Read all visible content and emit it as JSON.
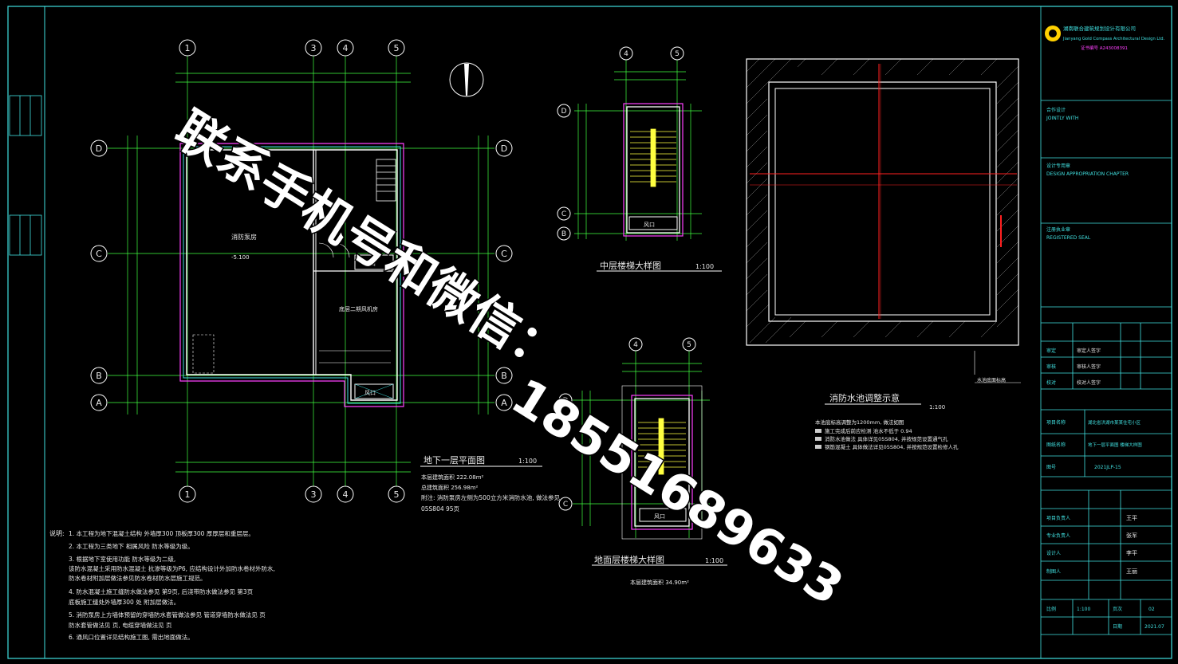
{
  "axes": {
    "top_plan": [
      "1",
      "3",
      "4",
      "5"
    ],
    "rows_plan": [
      "D",
      "C",
      "B",
      "A"
    ],
    "stair_mid_cols": [
      "4",
      "5"
    ],
    "stair_mid_rows": [
      "D",
      "C",
      "B"
    ],
    "stair_ground_cols": [
      "4",
      "5"
    ],
    "stair_ground_rows": [
      "D",
      "C"
    ]
  },
  "plan": {
    "title": "地下一层平面图",
    "scale": "1:100",
    "room_fire_pump": "消防泵房",
    "room_fire_pump_elev": "-5.100",
    "room_bottom": "底层二期风机房",
    "fan": "风口",
    "area_building": "本层建筑面积 222.08m²",
    "area_land": "总建筑面积 256.98m²",
    "note_tank": "附注: 消防泵房左侧为500立方米消防水池, 做法参见",
    "note_ref": "05S804 95页"
  },
  "stair_mid": {
    "title": "中层楼梯大样图",
    "scale": "1:100",
    "fan": "风口"
  },
  "stair_ground": {
    "title": "地面层楼梯大样图",
    "scale": "1:100",
    "area": "本层建筑面积 34.90m²",
    "fan": "风口"
  },
  "tank": {
    "title": "消防水池调整示意",
    "scale": "1:100",
    "notes": [
      "本池底标高调整为1200mm, 做法如图",
      "施工完成后前应检测 池水不低于 0.94",
      "消防水池做法 具体详见05S804, 并按规范设置通气孔",
      "钢筋混凝土 具体做法详见05S804, 并按规范设置检修人孔"
    ],
    "label": "水池底面标高"
  },
  "notes": {
    "heading": "说明:",
    "items": [
      "1. 本工程为地下混凝土结构 外墙厚300 顶板厚300 厚厚层和重层层。",
      "2. 本工程为三类地下 相属风险 防水等级为级。",
      "3. 根据地下室使用功能 防水等级为二级,",
      "   该防水混凝土采用防水混凝土 抗渗等级为P6, 应结构设计外加防水卷材外防水,",
      "   防水卷材附加层做法参见防水卷材防水层施工规范。",
      "4. 防水混凝土施工缝防水做法参见 第9页, 后浇带防水做法参见 第3页",
      "   底板施工缝处外墙厚300 处 附加层做法。",
      "5. 消防泵房上方墙体预留的穿墙防水套管做法参见 管道穿墙防水做法见 页",
      "   防水套管做法见 页, 电缆穿墙做法见 页",
      "6. 通风口位置详见结构施工图, 需出地面做法。"
    ]
  },
  "title_block": {
    "company": "湖南联合建筑规划设计有限公司",
    "company_en": "Jianyang Gold Compass Architectural Design Ltd.",
    "cert": "证书编号 A243008391",
    "jointly_label": "合作设计",
    "jointly_en": "JOINTLY WITH",
    "approval_label": "设计专用章",
    "approval_en": "DESIGN APPROPRIATION CHAPTER",
    "seal_label": "注册执业章",
    "seal_en": "REGISTERED SEAL",
    "rows": [
      [
        "审定",
        "审定人签字"
      ],
      [
        "审核",
        "审核人签字"
      ],
      [
        "校对",
        "校对人签字"
      ]
    ],
    "project_label": "项目名称",
    "project_name": "湖北省洪湖市某某住宅小区",
    "drawing_label": "图纸名称",
    "drawing_name": "地下一层平面图 楼梯大样图",
    "drawing_no_label": "图号",
    "drawing_no": "2021JLP-15",
    "scale_label": "比例",
    "scale": "1:100",
    "sheet_label": "页次",
    "sheet": "02",
    "date_label": "日期",
    "date": "2021.07",
    "signers": [
      [
        "项目负责人",
        "王平"
      ],
      [
        "专业负责人",
        "张军"
      ],
      [
        "设计人",
        "李平"
      ],
      [
        "制图人",
        "王丽"
      ]
    ]
  },
  "watermark": {
    "line1": "联系手机号和微信：",
    "line2": "18551689633"
  },
  "colors": {
    "background": "#000000",
    "frame": "#40e0e0",
    "wall": "#ffffff",
    "axis": "#40ff40",
    "dim": "#40ff40",
    "insulation": "#ff40ff",
    "cut": "#ff2020",
    "stair": "#ffff40"
  }
}
